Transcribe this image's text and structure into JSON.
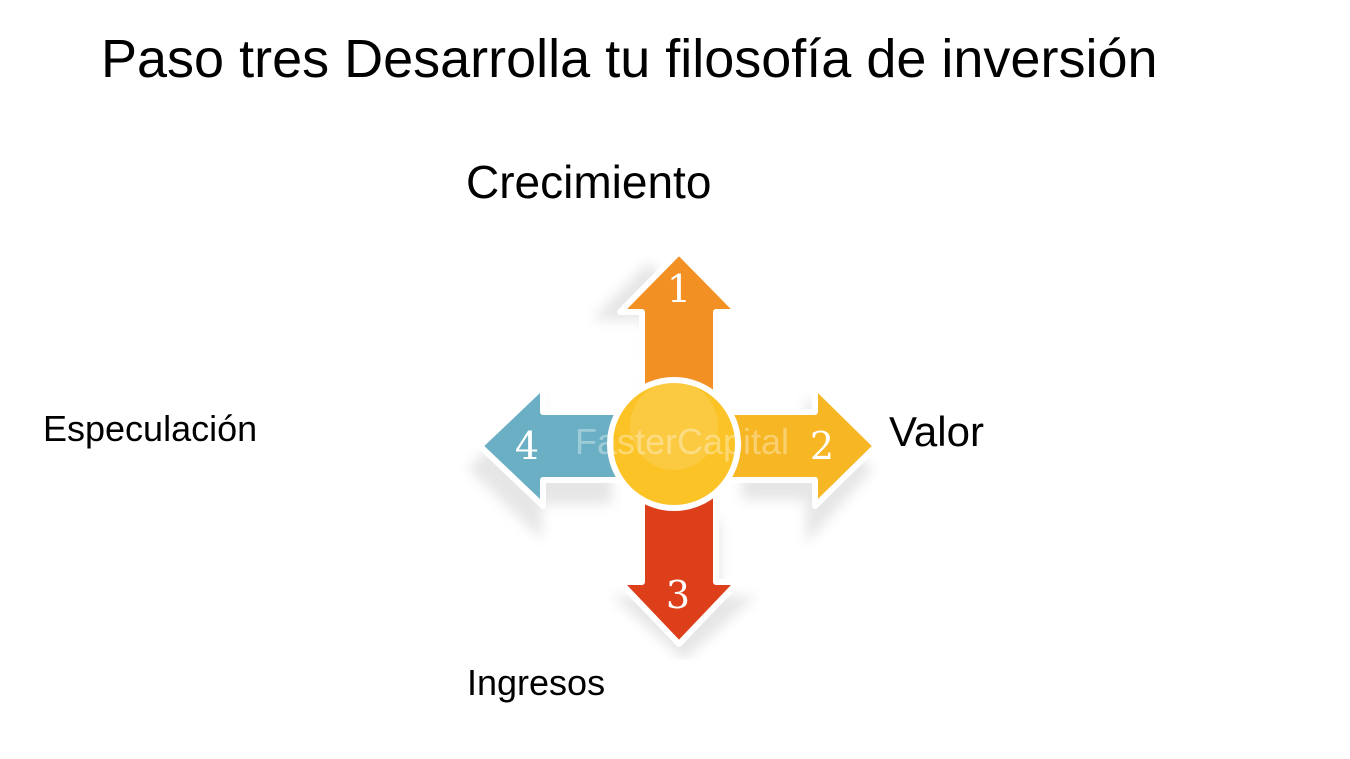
{
  "title": "Paso tres Desarrolla tu filosofía de inversión",
  "diagram": {
    "center_color": "#FBC326",
    "watermark": "FasterCapital",
    "arrows": [
      {
        "number": "1",
        "label": "Crecimiento",
        "direction": "up",
        "color": "#F29024"
      },
      {
        "number": "2",
        "label": "Valor",
        "direction": "right",
        "color": "#F7B623"
      },
      {
        "number": "3",
        "label": "Ingresos",
        "direction": "down",
        "color": "#DE3F1B"
      },
      {
        "number": "4",
        "label": "Especulación",
        "direction": "left",
        "color": "#6AAFC3"
      }
    ]
  }
}
